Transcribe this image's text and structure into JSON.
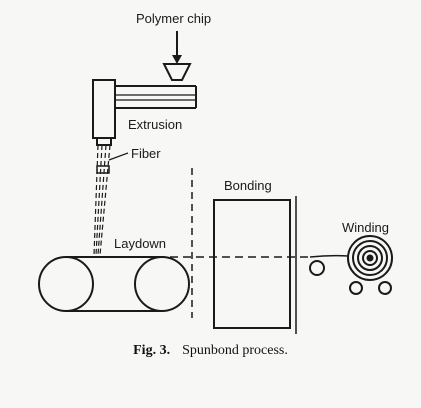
{
  "diagram": {
    "labels": {
      "polymer_chip": "Polymer chip",
      "extrusion": "Extrusion",
      "fiber": "Fiber",
      "bonding": "Bonding",
      "winding": "Winding",
      "laydown": "Laydown"
    },
    "caption": {
      "number": "Fig. 3.",
      "text": "Spunbond process."
    }
  },
  "colors": {
    "ink": "#1a1a1a",
    "paper": "#f7f7f5"
  }
}
